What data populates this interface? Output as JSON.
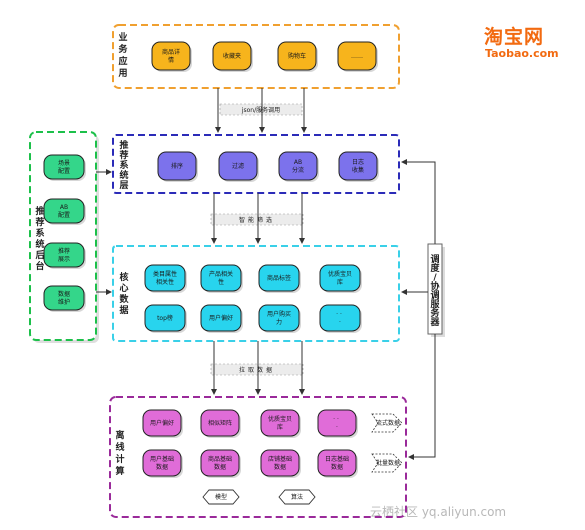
{
  "logo": {
    "cn": "淘宝网",
    "en": "Taobao.com"
  },
  "watermark": "云栖社区 yq.aliyun.com",
  "colors": {
    "orange": "#f0a030",
    "blue": "#2b2bb8",
    "cyan": "#3ad0e8",
    "green": "#1cc04a",
    "purple": "#9a2a9a",
    "gray": "#666666",
    "node_orange": "#f7b41c",
    "node_blue": "#7c72ec",
    "node_cyan": "#28d4ee",
    "node_green": "#34d68a",
    "node_pink": "#e06cd8",
    "node_white": "#ffffff"
  },
  "layers": {
    "business": {
      "label": "业务应用",
      "nodes": [
        "商品详情",
        "收藏夹",
        "购物车",
        "……"
      ]
    },
    "recommend": {
      "label": "推荐系统层",
      "nodes": [
        "排序",
        "过滤",
        "AB分流",
        "日志收集"
      ]
    },
    "core": {
      "label": "核心数据",
      "nodes": [
        "类目属性相关性",
        "产品相关性",
        "商品标签",
        "优质宝贝库",
        "top榜",
        "用户偏好",
        "用户购买力",
        "· · ·"
      ]
    },
    "offline": {
      "label": "离线计算",
      "nodes": [
        "用户偏好",
        "相似矩阵",
        "优质宝贝库",
        "· · ·",
        "用户基础数据",
        "商品基础数据",
        "店铺基础数据",
        "日志基础数据"
      ],
      "side": [
        "流式数据",
        "批量数据"
      ],
      "tools": [
        "模型",
        "算法"
      ]
    },
    "backend": {
      "label": "推荐系统后台",
      "nodes": [
        "场景配置",
        "AB配置",
        "推荐展示",
        "数据维护"
      ]
    },
    "scheduler": {
      "label": "调度/协调服务器"
    }
  },
  "flows": {
    "json_call": "json/服务调用",
    "smart_filter": "智能筛选",
    "fetch_data": "拉取数据"
  }
}
